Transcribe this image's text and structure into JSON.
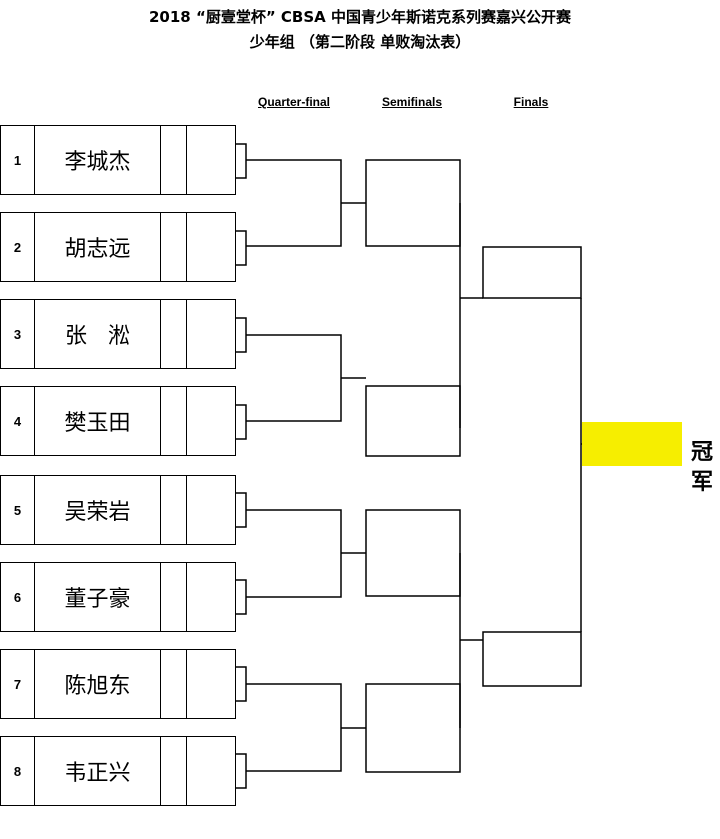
{
  "title_line1": "2018 “厨壹堂杯” CBSA 中国青少年斯诺克系列赛嘉兴公开赛",
  "title_line2": "少年组 （第二阶段 单败淘汰表）",
  "rounds": [
    "Quarter-final",
    "Semifinals",
    "Finals"
  ],
  "players": [
    {
      "seed": "1",
      "name": "李城杰"
    },
    {
      "seed": "2",
      "name": "胡志远"
    },
    {
      "seed": "3",
      "name": "张   淞"
    },
    {
      "seed": "4",
      "name": "樊玉田"
    },
    {
      "seed": "5",
      "name": "吴荣岩"
    },
    {
      "seed": "6",
      "name": "董子豪"
    },
    {
      "seed": "7",
      "name": "陈旭东"
    },
    {
      "seed": "8",
      "name": "韦正兴"
    }
  ],
  "champion_label": "冠军",
  "colors": {
    "champion_box": "#f6ee00",
    "lines": "#000000"
  }
}
